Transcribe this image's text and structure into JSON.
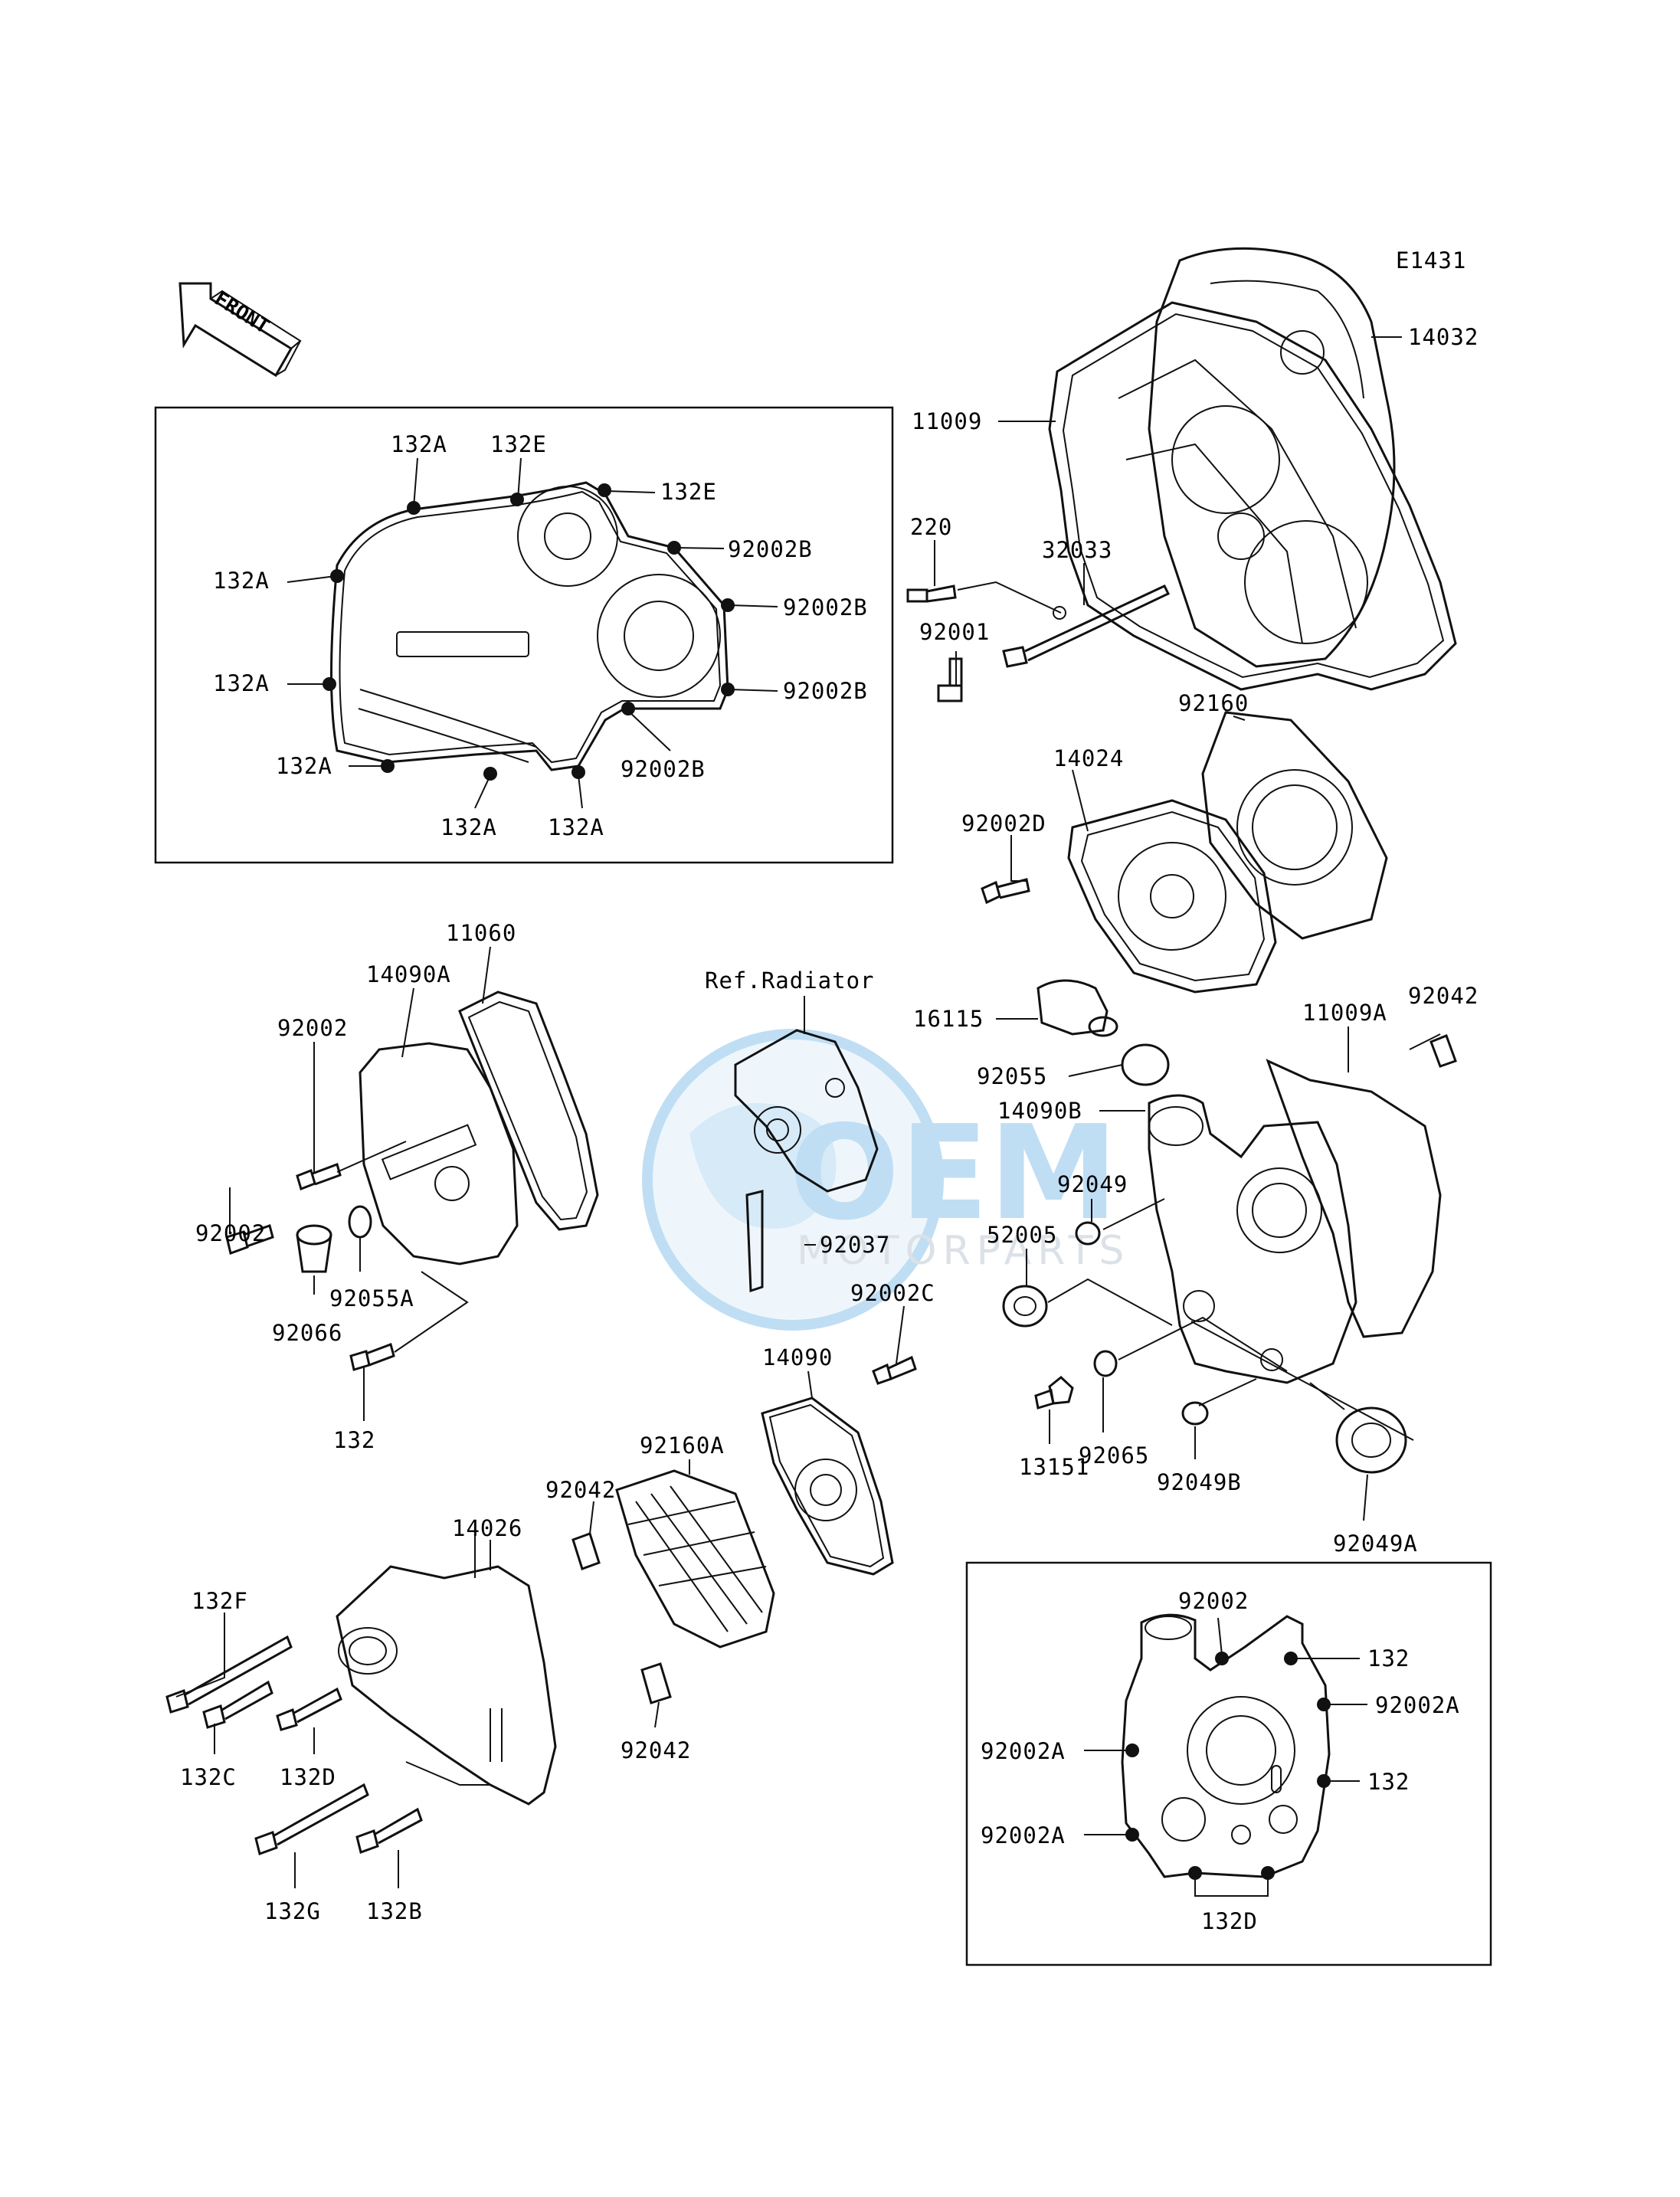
{
  "diagram_code": "E1431",
  "front_indicator": "FRONT",
  "reference_note": "Ref.Radiator",
  "watermark": {
    "brand": "OEM",
    "sub": "MOTORPARTS",
    "accent": "#4aa3e0"
  },
  "box_left": {
    "labels": [
      "132A",
      "132E",
      "132E",
      "92002B",
      "132A",
      "92002B",
      "132A",
      "92002B",
      "132A",
      "92002B",
      "132A",
      "132A"
    ]
  },
  "callouts": {
    "c14032": "14032",
    "c11009": "11009",
    "c220": "220",
    "c32033": "32033",
    "c92001": "92001",
    "c92160": "92160",
    "c14024": "14024",
    "c92002D": "92002D",
    "c11060": "11060",
    "c14090A": "14090A",
    "c92002_a": "92002",
    "c92002_b": "92002",
    "c92066": "92066",
    "c92055A": "92055A",
    "c132": "132",
    "c16115": "16115",
    "c92055": "92055",
    "c14090B": "14090B",
    "c11009A": "11009A",
    "c92042_a": "92042",
    "c92049": "92049",
    "c52005": "52005",
    "c92037": "92037",
    "c92002C": "92002C",
    "c14090": "14090",
    "c92160A": "92160A",
    "c92042_b": "92042",
    "c14026": "14026",
    "c13151": "13151",
    "c92065": "92065",
    "c92049B": "92049B",
    "c92049A": "92049A",
    "c132F": "132F",
    "c132C": "132C",
    "c132D": "132D",
    "c92042_c": "92042",
    "c132G": "132G",
    "c132B": "132B"
  },
  "box_right": {
    "labels": [
      "92002",
      "132",
      "92002A",
      "92002A",
      "132",
      "92002A",
      "132D"
    ]
  }
}
